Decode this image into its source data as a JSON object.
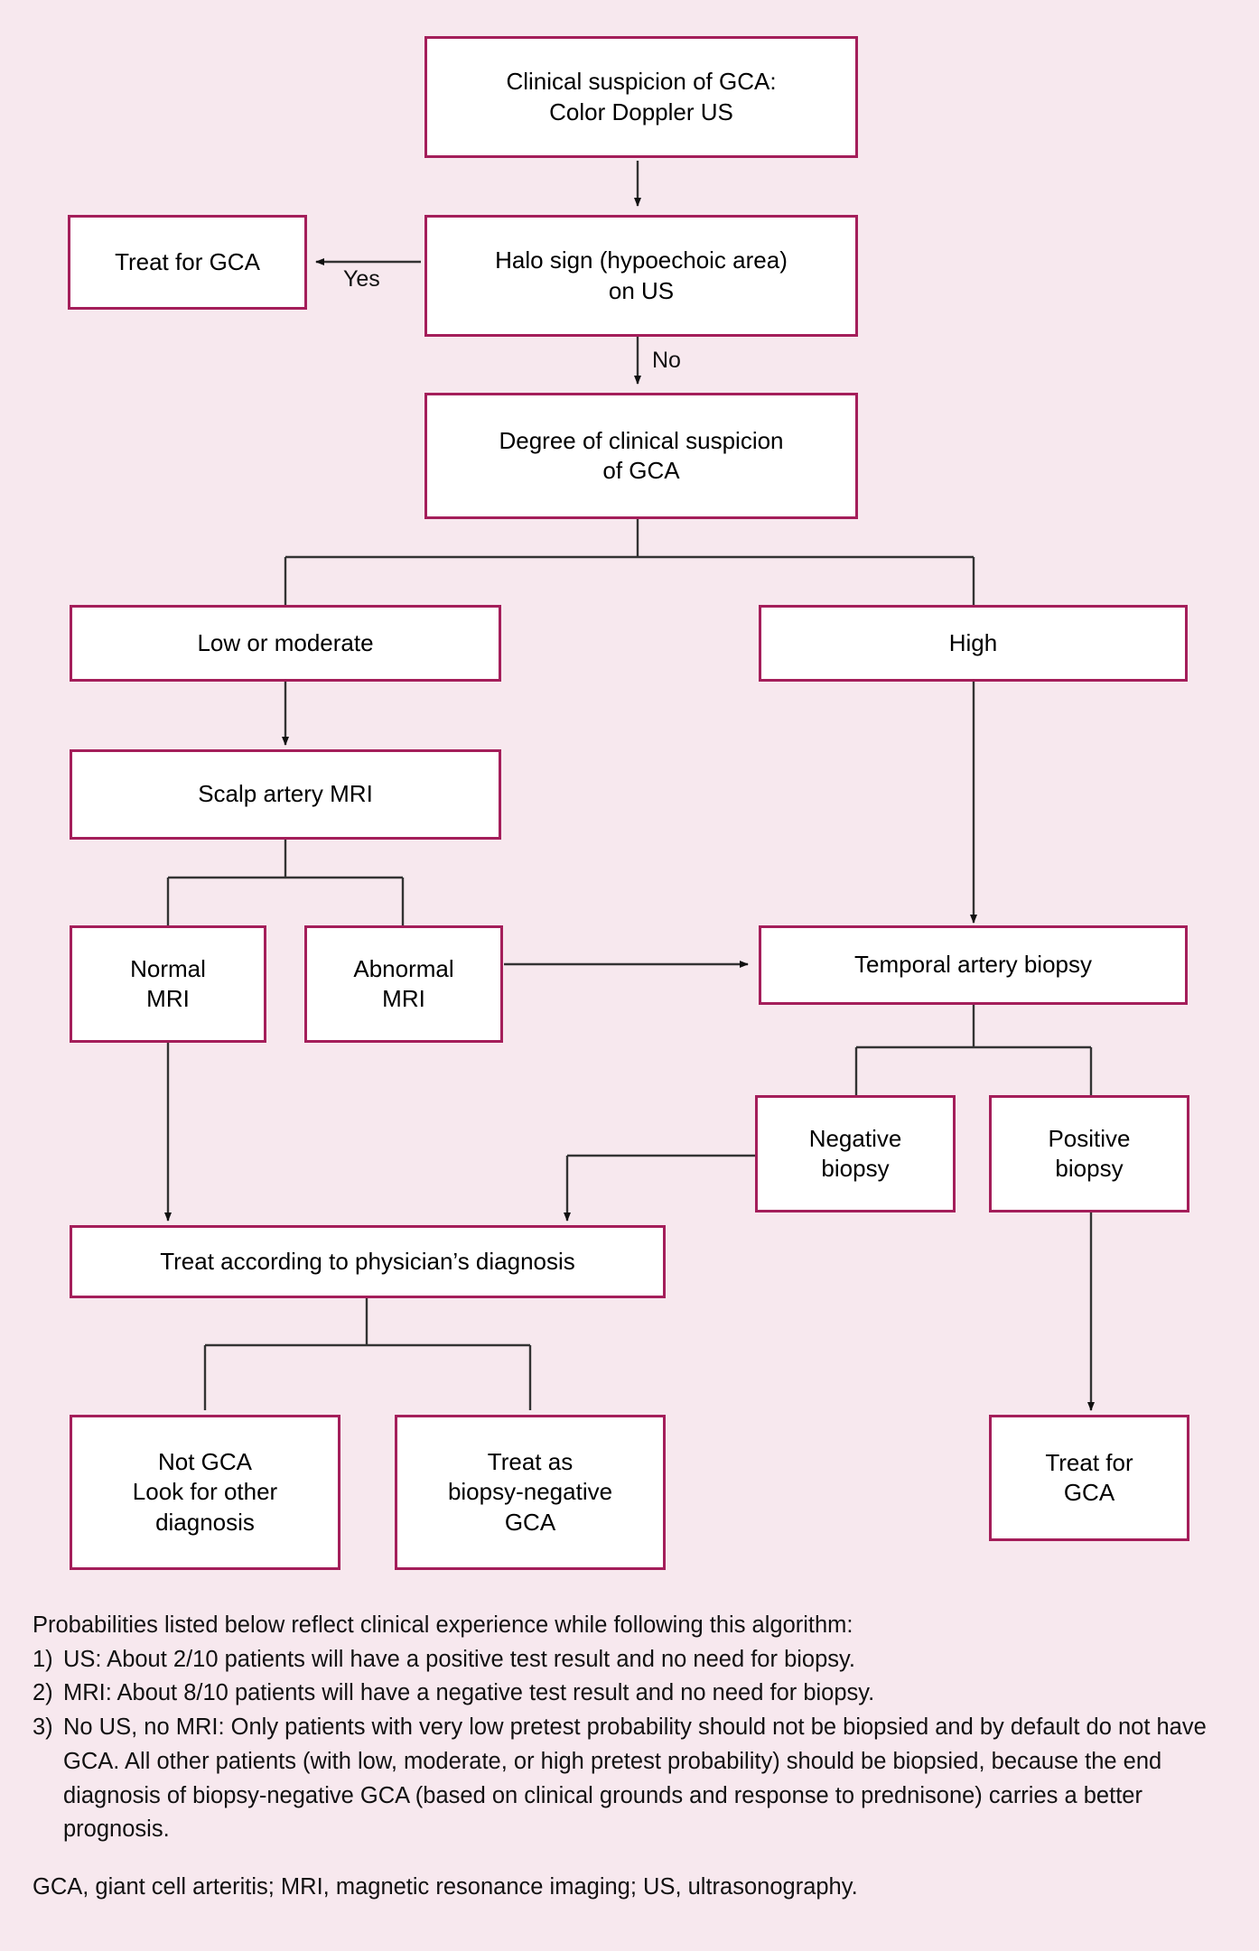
{
  "diagram": {
    "title": "GCA diagnostic algorithm",
    "background_color": "#f7e8ee",
    "node_border_color": "#a41e5a",
    "node_fill_color": "#ffffff",
    "connector_color": "#333333",
    "nodes": {
      "clinical_suspicion": "Clinical suspicion of GCA:\nColor Doppler US",
      "treat_gca_us": "Treat for GCA",
      "halo_sign": "Halo sign (hypoechoic area)\non US",
      "degree_suspicion": "Degree of clinical suspicion\nof GCA",
      "low_moderate": "Low or moderate",
      "high": "High",
      "scalp_mri": "Scalp artery MRI",
      "normal_mri": "Normal\nMRI",
      "abnormal_mri": "Abnormal\nMRI",
      "temporal_biopsy": "Temporal artery biopsy",
      "negative_biopsy": "Negative\nbiopsy",
      "positive_biopsy": "Positive\nbiopsy",
      "treat_physician": "Treat according to physician’s diagnosis",
      "not_gca": "Not GCA\nLook for other\ndiagnosis",
      "treat_biopsy_negative": "Treat as\nbiopsy-negative\nGCA",
      "treat_gca_positive": "Treat for\nGCA"
    },
    "edge_labels": {
      "yes": "Yes",
      "no": "No"
    }
  },
  "footnotes": {
    "intro": "Probabilities listed below reflect clinical experience while following this algorithm:",
    "items": [
      {
        "marker": "1)",
        "text": "US: About 2/10 patients will have a positive test result and no need for biopsy."
      },
      {
        "marker": "2)",
        "text": "MRI: About 8/10 patients will have a negative test result and no need for biopsy."
      },
      {
        "marker": "3)",
        "text": "No US, no MRI: Only patients with very low pretest probability should not be biopsied and by default do not have GCA. All other patients (with low, moderate, or high pretest probability) should be biopsied, because the end diagnosis of biopsy-negative GCA (based on clinical grounds and response to prednisone) carries a better prognosis."
      }
    ],
    "abbreviations": "GCA, giant cell arteritis; MRI, magnetic resonance imaging; US, ultrasonography."
  }
}
